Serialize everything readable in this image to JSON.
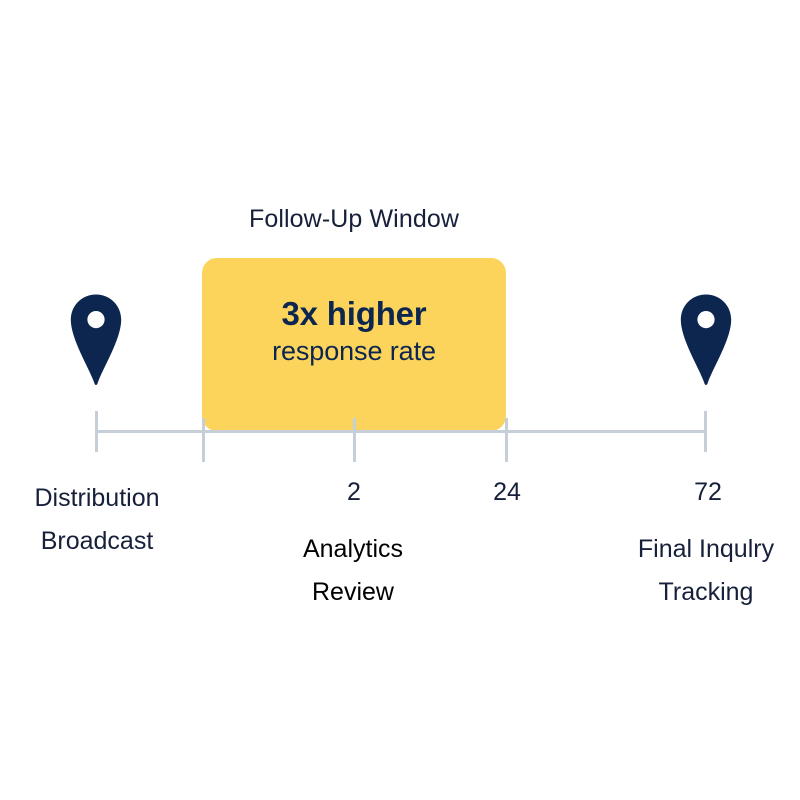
{
  "highlight": {
    "title": "Follow-Up Window",
    "headline": "3x higher",
    "subline": "response rate",
    "fill_color": "#FCD45B",
    "start_value": 2,
    "end_value": 24
  },
  "axis": {
    "line_color": "#c6ced7",
    "range": [
      0,
      72
    ],
    "ticks": [
      {
        "value": "",
        "position": 0,
        "labeled": false
      },
      {
        "value": "",
        "position": 2,
        "labeled": false
      },
      {
        "value": "2",
        "position": 12,
        "labeled": true
      },
      {
        "value": "24",
        "position": 24,
        "labeled": true
      },
      {
        "value": "72",
        "position": 72,
        "labeled": true
      }
    ]
  },
  "stages": [
    {
      "id": "distribution-broadcast",
      "lines": [
        "Distribution",
        "Broadcast"
      ],
      "marker": "map-pin",
      "marker_color": "#0d2650",
      "emphasis": false
    },
    {
      "id": "analytics-review",
      "lines": [
        "Analytics",
        "Review"
      ],
      "marker": "none",
      "emphasis": true
    },
    {
      "id": "final-inquiry-tracking",
      "lines": [
        "Final Inqulry",
        "Tracking"
      ],
      "marker": "map-pin",
      "marker_color": "#0d2650",
      "emphasis": false
    }
  ],
  "chart_data": {
    "type": "timeline",
    "title": "Follow-Up Window",
    "xlabel": "",
    "ylabel": "",
    "xlim": [
      0,
      72
    ],
    "grid": false,
    "legend": "none",
    "tick_labels": [
      "2",
      "24",
      "72"
    ],
    "tick_values": [
      2,
      24,
      72
    ],
    "annotations": [
      {
        "text": "Follow-Up Window",
        "span": [
          2,
          24
        ]
      },
      {
        "text": "3x higher response rate",
        "span": [
          2,
          24
        ]
      },
      {
        "text": "Distribution Broadcast",
        "at": 0
      },
      {
        "text": "Analytics Review",
        "at": 2
      },
      {
        "text": "Final Inqulry Tracking",
        "at": 72
      }
    ],
    "highlight_span": {
      "from": 2,
      "to": 24,
      "color": "#FCD45B",
      "label": "3x higher response rate"
    },
    "markers": [
      {
        "at": 0,
        "type": "map-pin",
        "color": "#0d2650"
      },
      {
        "at": 72,
        "type": "map-pin",
        "color": "#0d2650"
      }
    ]
  }
}
